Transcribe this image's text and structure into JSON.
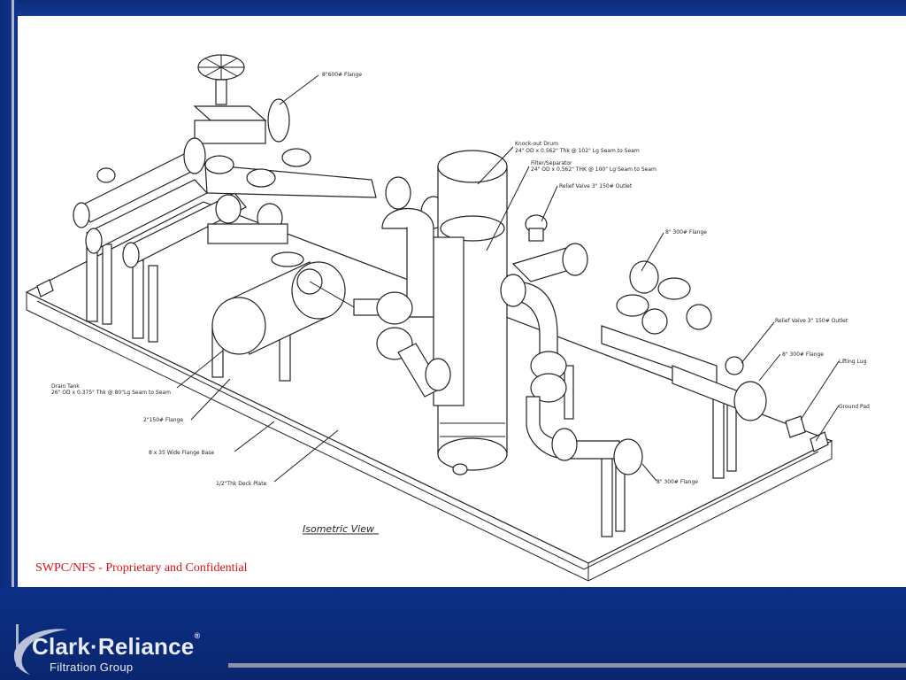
{
  "slide": {
    "caption": "SWPC/NFS - Proprietary and Confidential"
  },
  "logo": {
    "name": "Clark·Reliance",
    "registered": "®",
    "subtitle": "Filtration Group"
  },
  "diagram": {
    "view_title": "Isometric View",
    "labels": {
      "flange_600": "8\"600# Flange",
      "knockout_drum_1": "Knock-out Drum",
      "knockout_drum_2": "24\" OD x 0.562\" Thk @ 102\" Lg Seam to Seam",
      "filter_sep_1": "Filter/Separator",
      "filter_sep_2": "24\" OD x 0.562\" THK @ 100\" Lg Seam to Seam",
      "relief_valve_top": "Relief Valve 3\" 150# Outlet",
      "flange_300_top": "8\" 300# Flange",
      "relief_valve_right": "Relief Valve 3\" 150# Outlet",
      "flange_300_right": "8\" 300# Flange",
      "lifting_lug": "Lifting Lug",
      "ground_pad": "Ground Pad",
      "drain_tank_1": "Drain Tank",
      "drain_tank_2": "26\" OD x 0.375\" Thk @ 80\"Lg Seam to Seam",
      "flange_150": "2\"150# Flange",
      "flange_base": "8 x 35 Wide Flange Base",
      "deck_plate": "1/2\"Thk Deck Plate",
      "flange_300_bottom": "8\" 300# Flange"
    }
  },
  "colors": {
    "frame": "#0a2a7a",
    "caption": "#e0101a",
    "logo_text": "#e8ecf4"
  }
}
